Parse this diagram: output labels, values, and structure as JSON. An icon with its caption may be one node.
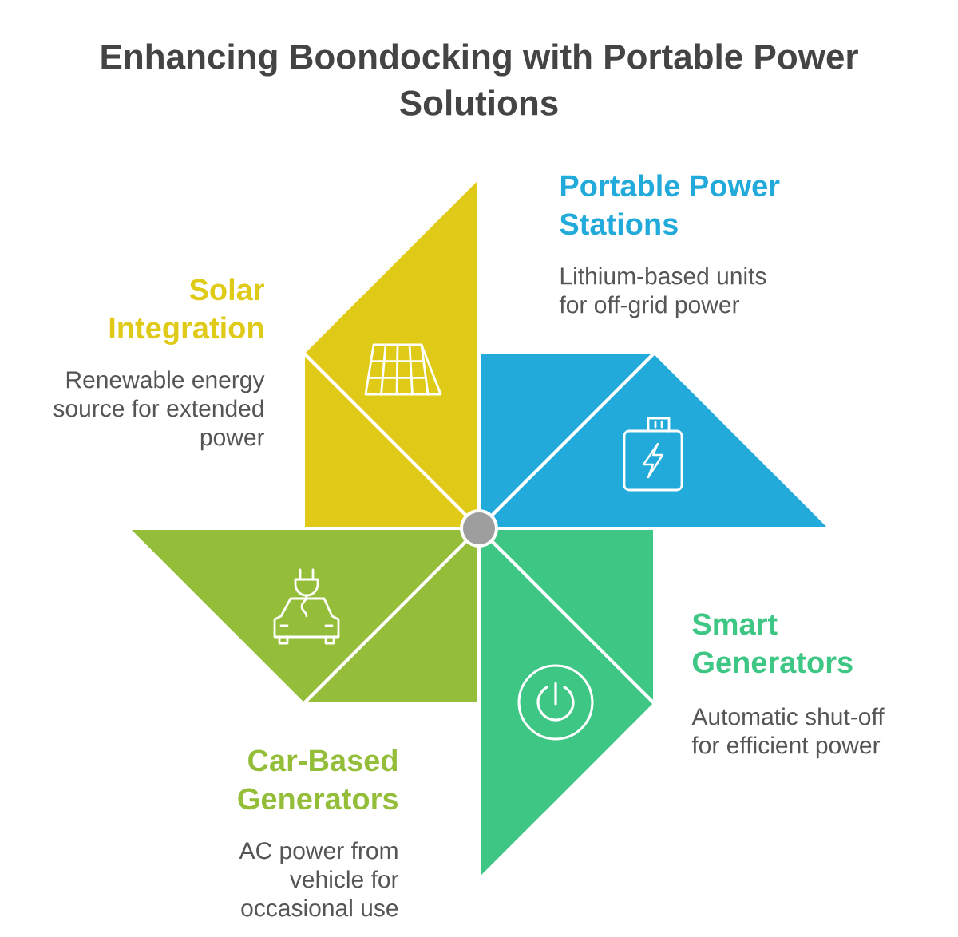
{
  "diagram": {
    "title": "Enhancing Boondocking with Portable Power Solutions",
    "nodes": [
      {
        "text": [
          "Portable Power Stations",
          "Lithium-based units for off-grid power"
        ]
      },
      {
        "text": [
          "Solar Integration",
          "Renewable energy source for extended power"
        ]
      },
      {
        "text": [
          "Smart Generators",
          "Automatic shut-off for efficient power"
        ]
      },
      {
        "text": [
          "Car-Based Generators",
          "AC power from vehicle for occasional use"
        ]
      }
    ]
  }
}
